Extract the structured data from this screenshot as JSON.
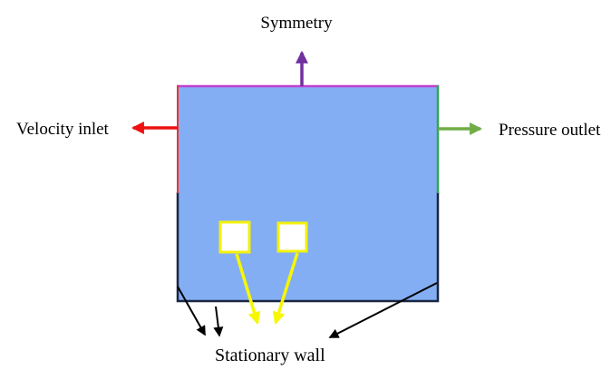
{
  "diagram": {
    "type": "cfd-boundary-conditions",
    "labels": {
      "symmetry": "Symmetry",
      "velocity_inlet": "Velocity inlet",
      "pressure_outlet": "Pressure outlet",
      "stationary_wall": "Stationary wall"
    },
    "colors": {
      "domain_fill": "#84AEF3",
      "symmetry_edge": "#C140D0",
      "symmetry_arrow": "#7030A0",
      "inlet_edge": "#ED3333",
      "inlet_arrow": "#EE1111",
      "outlet_edge": "#2FA64E",
      "outlet_arrow": "#70AD47",
      "wall_edge": "#1A2742",
      "annotation_arrow": "#000000",
      "obstacle_border": "#F2F20C",
      "obstacle_fill": "#FFFFFF",
      "obstacle_pointer": "#F7F700",
      "text": "#000000"
    }
  }
}
